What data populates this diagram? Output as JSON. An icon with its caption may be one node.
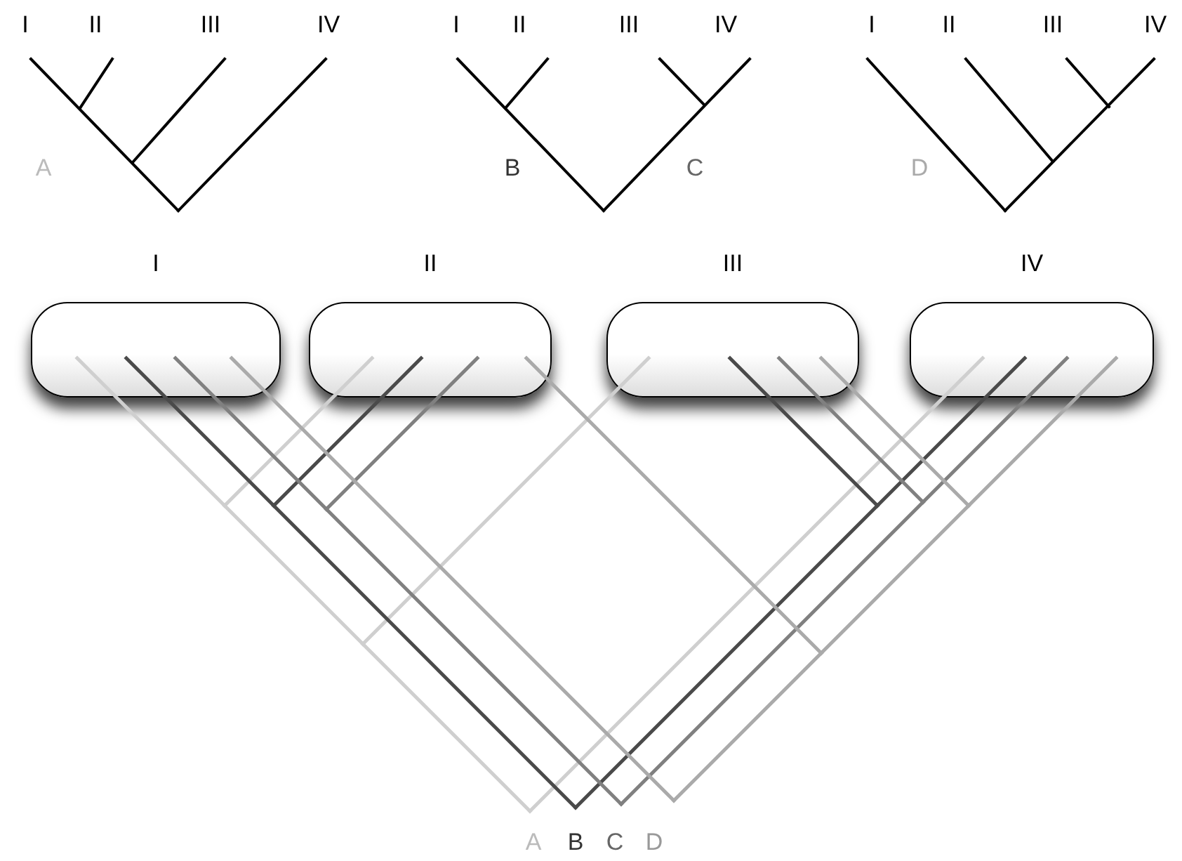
{
  "diagram": {
    "nodes": [
      {
        "text": [
          "I"
        ]
      },
      {
        "text": [
          "II"
        ]
      },
      {
        "text": [
          "III"
        ]
      },
      {
        "text": [
          "IV"
        ]
      }
    ],
    "labels": [
      "I",
      "II",
      "III",
      "IV",
      "A",
      "I",
      "II",
      "III",
      "IV",
      "B",
      "C",
      "I",
      "II",
      "III",
      "IV",
      "D",
      "A",
      "B",
      "C",
      "D"
    ]
  }
}
